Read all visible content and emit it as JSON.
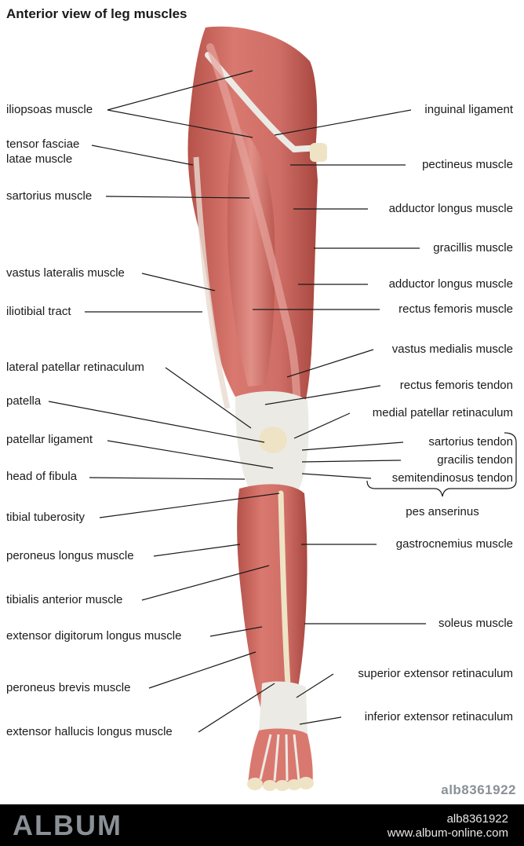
{
  "title": "Anterior view of leg muscles",
  "colors": {
    "muscle": "#cf6e66",
    "muscle_dark": "#b5524a",
    "muscle_light": "#e3958c",
    "tendon": "#eceae4",
    "bone": "#efe3c6",
    "leader_line": "#1a1a1a",
    "background": "#ffffff"
  },
  "labels": {
    "left": {
      "iliopsoas": "iliopsoas muscle",
      "tensor_1": "tensor fasciae",
      "tensor_2": "latae muscle",
      "sartorius": "sartorius muscle",
      "vastus_lateralis": "vastus lateralis muscle",
      "iliotibial": "iliotibial tract",
      "lateral_patellar": "lateral patellar retinaculum",
      "patella": "patella",
      "patellar_ligament": "patellar ligament",
      "head_fibula": "head of fibula",
      "tibial_tuberosity": "tibial tuberosity",
      "peroneus_longus": "peroneus longus muscle",
      "tibialis_anterior": "tibialis anterior muscle",
      "ext_digitorum": "extensor digitorum longus muscle",
      "peroneus_brevis": "peroneus brevis muscle",
      "ext_hallucis": "extensor hallucis longus muscle"
    },
    "right": {
      "inguinal": "inguinal ligament",
      "pectineus": "pectineus muscle",
      "adductor_1": "adductor longus muscle",
      "gracilis": "gracillis muscle",
      "adductor_2": "adductor longus muscle",
      "rectus_femoris": "rectus femoris muscle",
      "vastus_medialis": "vastus medialis muscle",
      "rectus_tendon": "rectus femoris tendon",
      "medial_patellar": "medial patellar retinaculum",
      "sartorius_tendon": "sartorius tendon",
      "gracilis_tendon": "gracilis tendon",
      "semitendinosus": "semitendinosus tendon",
      "pes_anserinus": "pes anserinus",
      "gastrocnemius": "gastrocnemius muscle",
      "soleus": "soleus muscle",
      "superior_ext": "superior extensor retinaculum",
      "inferior_ext": "inferior extensor retinaculum"
    }
  },
  "image_id": "alb8361922",
  "footer": {
    "logo": "ALBUM",
    "id": "alb8361922",
    "site": "www.album-online.com"
  }
}
